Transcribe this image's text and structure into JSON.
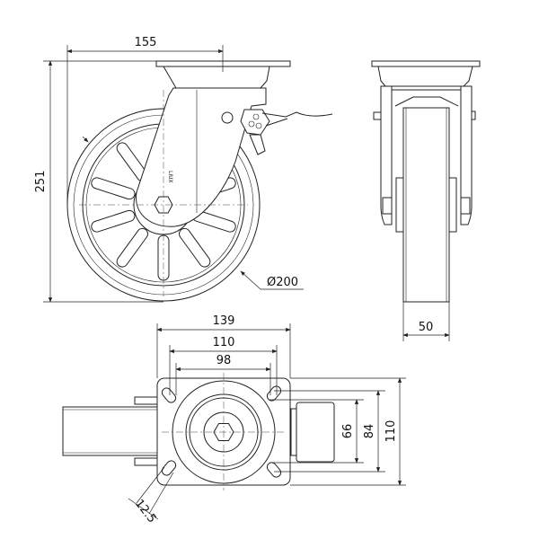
{
  "title": "Swivel caster with brake – technical drawing",
  "front_view": {
    "dim_offset": "155",
    "dim_height": "251",
    "dim_diameter": "Ø200",
    "logo_text": "LIUX"
  },
  "side_view": {
    "dim_wheel_width": "50"
  },
  "bottom_view": {
    "dim_plate_length": "139",
    "dim_hole_spacing_outer": "110",
    "dim_hole_spacing_inner": "98",
    "dim_hole_y_inner": "66",
    "dim_hole_y_outer": "84",
    "dim_plate_width": "110",
    "dim_slot": "12.5"
  }
}
